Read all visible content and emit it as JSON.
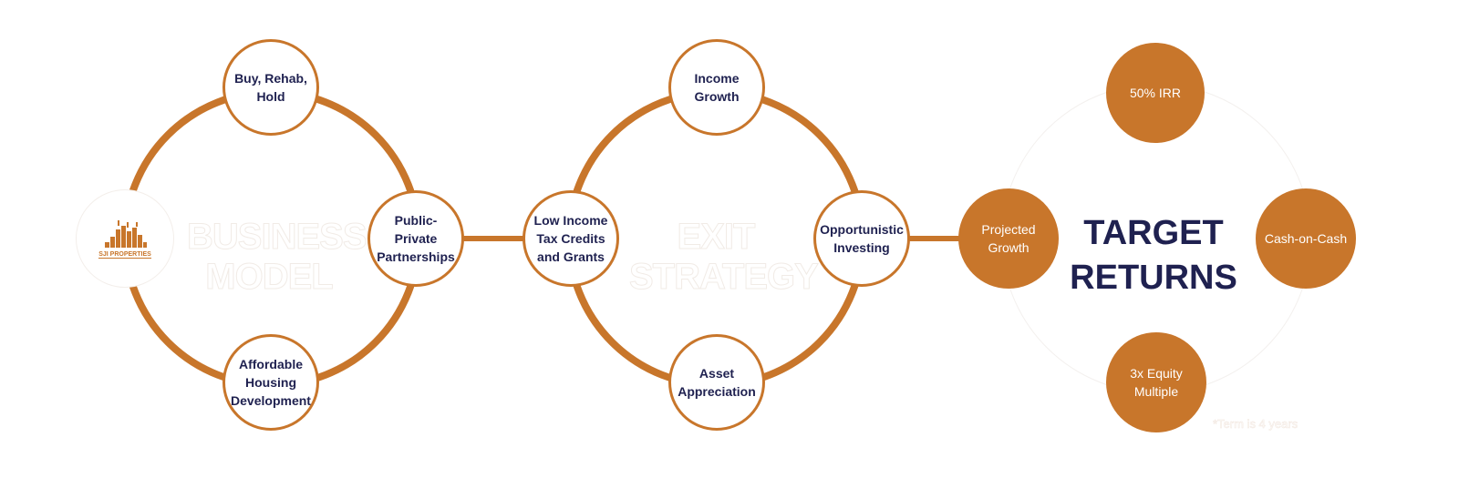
{
  "business_model": {
    "title": "BUSINESS MODEL",
    "logo_text": "SJI PROPERTIES",
    "nodes": [
      "Buy, Rehab, Hold",
      "Public-Private Partnerships",
      "Affordable Housing Development"
    ]
  },
  "exit_strategy": {
    "title": "EXIT STRATEGY",
    "nodes": [
      "Income Growth",
      "Low Income Tax Credits and Grants",
      "Opportunistic Investing",
      "Asset Appreciation"
    ]
  },
  "target_returns": {
    "title": "TARGET RETURNS",
    "nodes": [
      "50% IRR",
      "Projected Growth",
      "Cash-on-Cash",
      "3x Equity Multiple"
    ],
    "footnote": "*Term is 4 years"
  },
  "colors": {
    "accent": "#c8762b",
    "navy": "#1f2150"
  }
}
